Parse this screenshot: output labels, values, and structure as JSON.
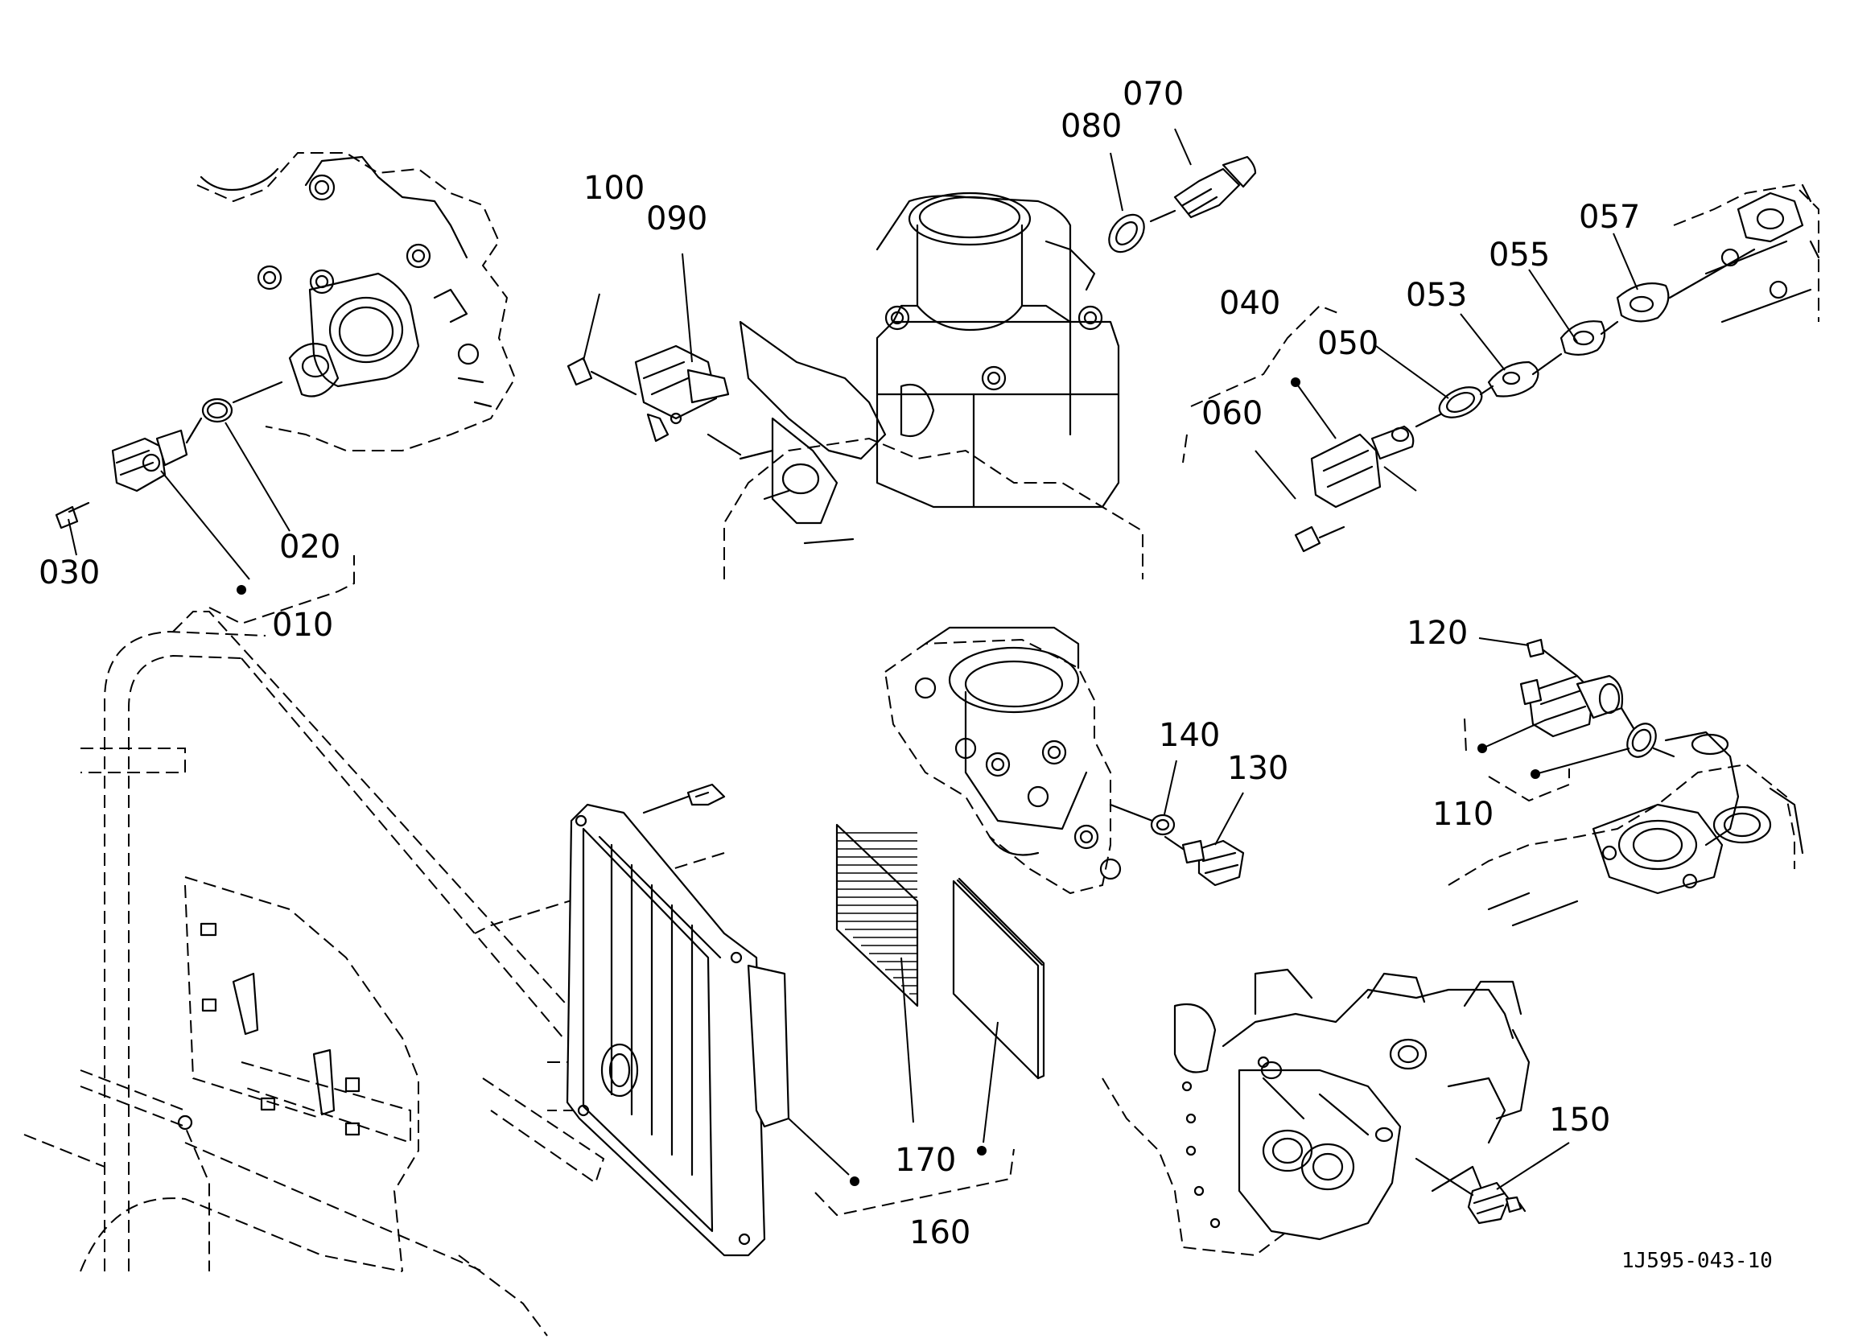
{
  "diagram": {
    "reference": "1J595-043-10",
    "callouts": [
      {
        "id": "c010",
        "text": "010"
      },
      {
        "id": "c020",
        "text": "020"
      },
      {
        "id": "c030",
        "text": "030"
      },
      {
        "id": "c040",
        "text": "040"
      },
      {
        "id": "c050",
        "text": "050"
      },
      {
        "id": "c053",
        "text": "053"
      },
      {
        "id": "c055",
        "text": "055"
      },
      {
        "id": "c057",
        "text": "057"
      },
      {
        "id": "c060",
        "text": "060"
      },
      {
        "id": "c070",
        "text": "070"
      },
      {
        "id": "c080",
        "text": "080"
      },
      {
        "id": "c090",
        "text": "090"
      },
      {
        "id": "c100",
        "text": "100"
      },
      {
        "id": "c110",
        "text": "110"
      },
      {
        "id": "c120",
        "text": "120"
      },
      {
        "id": "c130",
        "text": "130"
      },
      {
        "id": "c140",
        "text": "140"
      },
      {
        "id": "c150",
        "text": "150"
      },
      {
        "id": "c160",
        "text": "160"
      },
      {
        "id": "c170",
        "text": "170"
      }
    ]
  }
}
